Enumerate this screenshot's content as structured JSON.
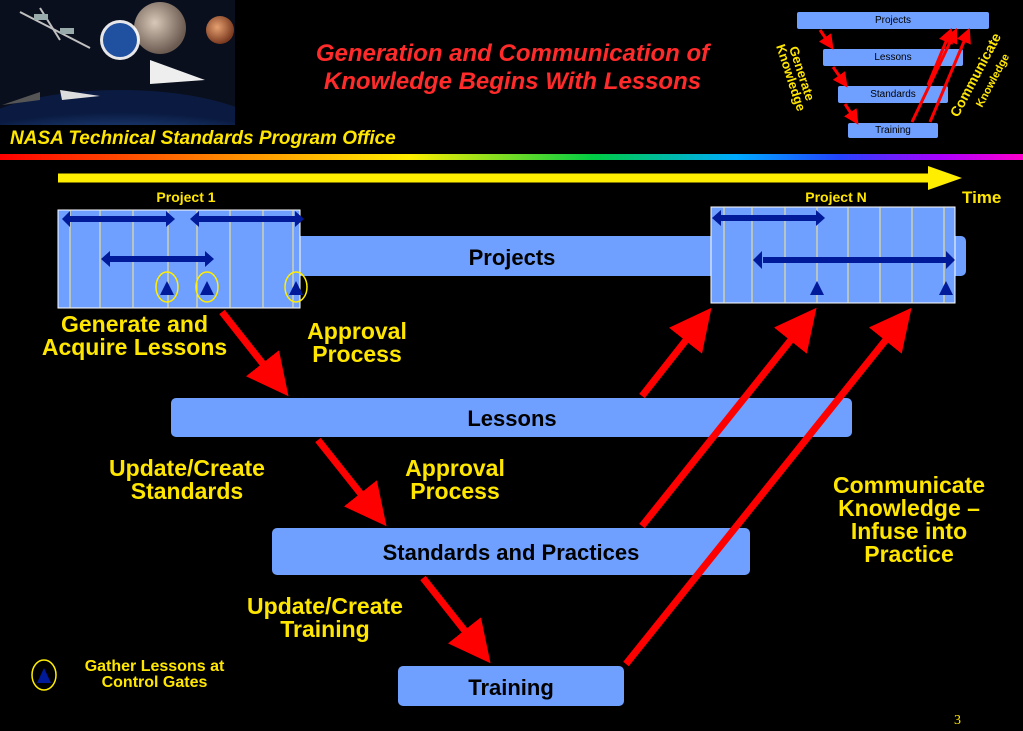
{
  "header": {
    "title_line1": "Generation and Communication of",
    "title_line2": "Knowledge Begins With Lessons",
    "office": "NASA Technical Standards Program Office"
  },
  "mini_diagram": {
    "projects": "Projects",
    "lessons": "Lessons",
    "standards": "Standards",
    "training": "Training",
    "generate_line1": "Generate",
    "generate_line2": "Knowledge",
    "communicate_line1": "Communicate",
    "communicate_line2": "Knowledge"
  },
  "timeline": {
    "time_label": "Time",
    "project1": "Project 1",
    "projectN": "Project N"
  },
  "bars": {
    "projects": "Projects",
    "lessons": "Lessons",
    "standards": "Standards and Practices",
    "training": "Training"
  },
  "labels": {
    "generate_line1": "Generate and",
    "generate_line2": "Acquire Lessons",
    "approval1_line1": "Approval",
    "approval1_line2": "Process",
    "update_std_line1": "Update/Create",
    "update_std_line2": "Standards",
    "approval2_line1": "Approval",
    "approval2_line2": "Process",
    "update_train_line1": "Update/Create",
    "update_train_line2": "Training",
    "communicate_line1": "Communicate",
    "communicate_line2": "Knowledge –",
    "communicate_line3": "Infuse into",
    "communicate_line4": "Practice"
  },
  "legend": {
    "line1": "Gather Lessons at",
    "line2": "Control Gates"
  },
  "page_number": "3",
  "colors": {
    "bar_fill": "#6fa0ff",
    "title": "#ff2a2a",
    "label": "#ffe600",
    "arrow": "#ff0000",
    "timeline_line": "#001a99"
  }
}
